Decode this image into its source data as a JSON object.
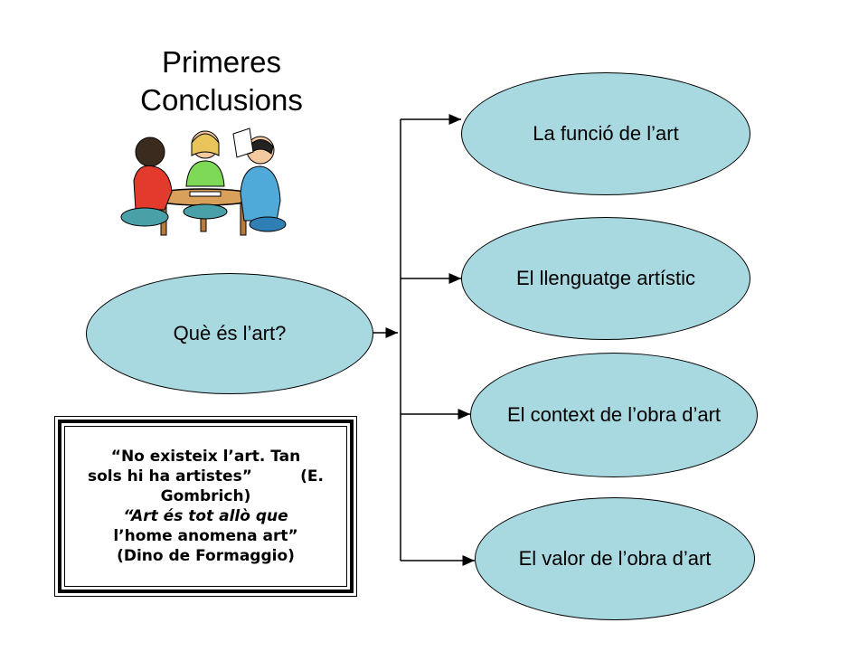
{
  "title": {
    "line1": "Primeres",
    "line2": "Conclusions"
  },
  "center_node": {
    "label": "Què és l’art?"
  },
  "branches": [
    {
      "label": "La funció de l’art"
    },
    {
      "label": "El llenguatge artístic"
    },
    {
      "label": "El context de l’obra d’art"
    },
    {
      "label": "El valor de l’obra d’art"
    }
  ],
  "quote": {
    "q1_line1": "“No existeix l’art. Tan",
    "q1_line2": "sols hi ha artistes”         (E.",
    "q1_line3": "Gombrich)",
    "q2_line1": "“Art és tot allò que",
    "q2_line2": "l’home anomena art”",
    "q2_line3": "(Dino de Formaggio)"
  },
  "colors": {
    "node_fill": "#a9d9e0",
    "stroke": "#000000"
  }
}
